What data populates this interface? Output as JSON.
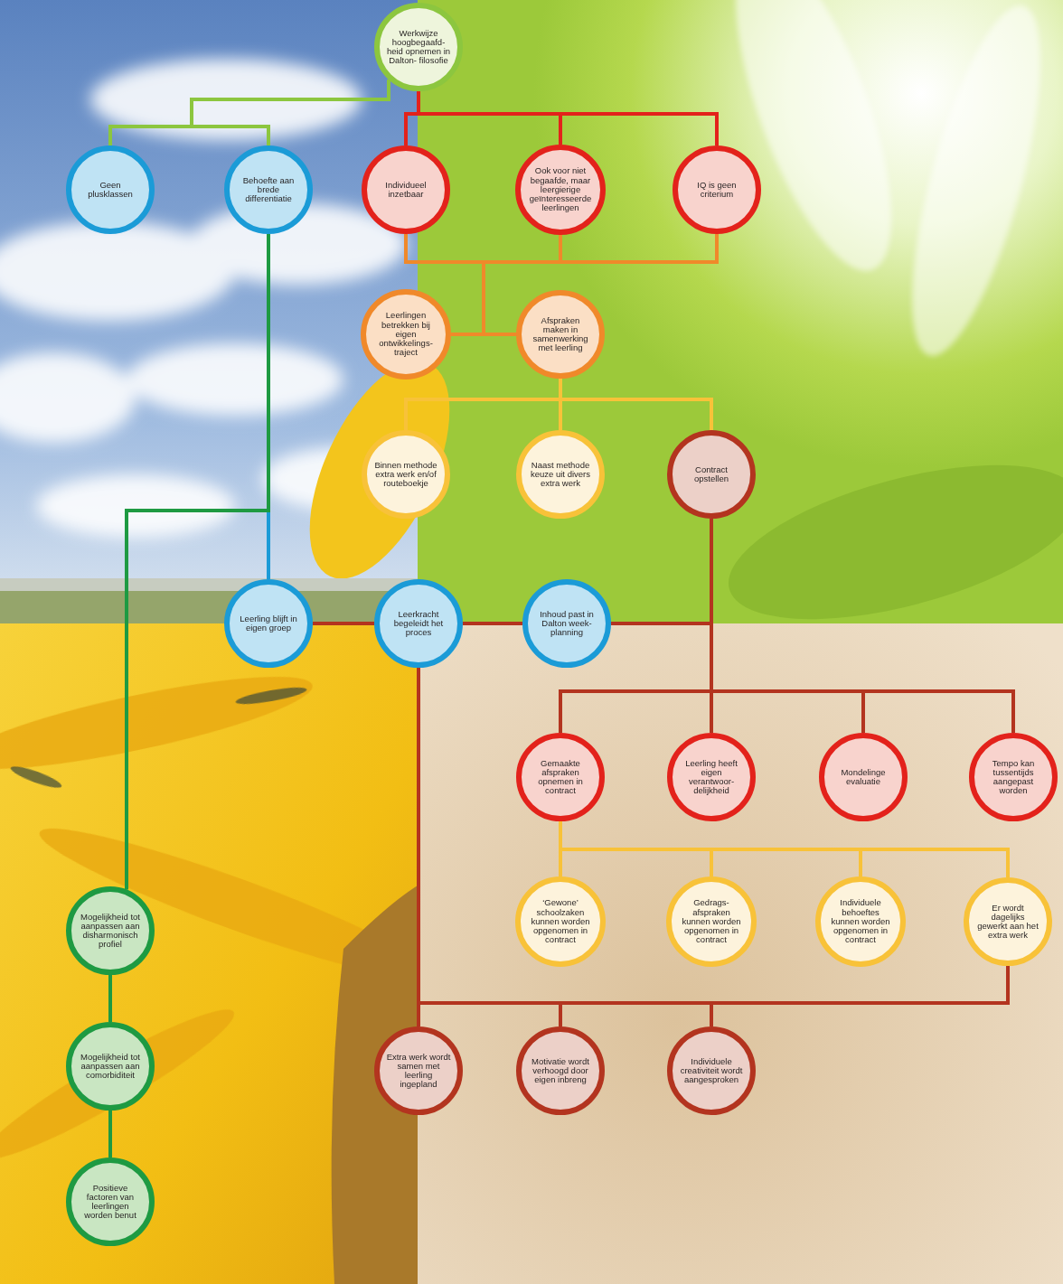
{
  "diagram": {
    "nodes": [
      {
        "text": [
          "Werkwijze hoogbegaafd- heid opnemen in Dalton- filosofie"
        ]
      },
      {
        "text": [
          "Geen plusklassen"
        ]
      },
      {
        "text": [
          "Behoefte aan brede differentiatie"
        ]
      },
      {
        "text": [
          "Individueel inzetbaar"
        ]
      },
      {
        "text": [
          "Ook voor niet begaafde, maar leergierige geïnteresseerde leerlingen"
        ]
      },
      {
        "text": [
          "IQ is geen criterium"
        ]
      },
      {
        "text": [
          "Leerlingen betrekken bij eigen ontwikkelings- traject"
        ]
      },
      {
        "text": [
          "Afspraken maken in samenwerking met leerling"
        ]
      },
      {
        "text": [
          "Binnen methode extra werk en/of routeboekje"
        ]
      },
      {
        "text": [
          "Naast methode keuze uit divers extra werk"
        ]
      },
      {
        "text": [
          "Contract opstellen"
        ]
      },
      {
        "text": [
          "Leerling blijft in eigen groep"
        ]
      },
      {
        "text": [
          "Leerkracht begeleidt het proces"
        ]
      },
      {
        "text": [
          "Inhoud past in Dalton week- planning"
        ]
      },
      {
        "text": [
          "Gemaakte afspraken opnemen in contract"
        ]
      },
      {
        "text": [
          "Leerling heeft eigen verantwoor- delijkheid"
        ]
      },
      {
        "text": [
          "Mondelinge evaluatie"
        ]
      },
      {
        "text": [
          "Tempo kan tussentijds aangepast worden"
        ]
      },
      {
        "text": [
          "Mogelijkheid tot aanpassen aan disharmonisch profiel"
        ]
      },
      {
        "text": [
          "‘Gewone’ schoolzaken kunnen worden opgenomen in contract"
        ]
      },
      {
        "text": [
          "Gedrags- afspraken kunnen worden opgenomen in contract"
        ]
      },
      {
        "text": [
          "Individuele behoeftes kunnen worden opgenomen in contract"
        ]
      },
      {
        "text": [
          "Er wordt dagelijks gewerkt aan het extra werk"
        ]
      },
      {
        "text": [
          "Mogelijkheid tot aanpassen aan comorbiditeit"
        ]
      },
      {
        "text": [
          "Extra werk wordt samen met leerling ingepland"
        ]
      },
      {
        "text": [
          "Motivatie wordt verhoogd door eigen inbreng"
        ]
      },
      {
        "text": [
          "Individuele creativiteit wordt aangesproken"
        ]
      },
      {
        "text": [
          "Positieve factoren van leerlingen worden benut"
        ]
      }
    ],
    "edges": [
      {
        "from": 0,
        "to": 1,
        "arrow": "none"
      },
      {
        "from": 0,
        "to": 2,
        "arrow": "none"
      },
      {
        "from": 0,
        "to": 3,
        "arrow": "none"
      },
      {
        "from": 0,
        "to": 4,
        "arrow": "none"
      },
      {
        "from": 0,
        "to": 5,
        "arrow": "none"
      },
      {
        "from": 3,
        "to": 6,
        "arrow": "none"
      },
      {
        "from": 3,
        "to": 7,
        "arrow": "none"
      },
      {
        "from": 4,
        "to": 6,
        "arrow": "none"
      },
      {
        "from": 4,
        "to": 7,
        "arrow": "none"
      },
      {
        "from": 5,
        "to": 6,
        "arrow": "none"
      },
      {
        "from": 5,
        "to": 7,
        "arrow": "none"
      },
      {
        "from": 7,
        "to": 8,
        "arrow": "none"
      },
      {
        "from": 7,
        "to": 9,
        "arrow": "none"
      },
      {
        "from": 7,
        "to": 10,
        "arrow": "none"
      },
      {
        "from": 2,
        "to": 11,
        "arrow": "none"
      },
      {
        "from": 2,
        "to": 18,
        "arrow": "none"
      },
      {
        "from": 11,
        "to": 12,
        "arrow": "none"
      },
      {
        "from": 12,
        "to": 13,
        "arrow": "none"
      },
      {
        "from": 13,
        "to": 10,
        "arrow": "none"
      },
      {
        "from": 10,
        "to": 14,
        "arrow": "none"
      },
      {
        "from": 10,
        "to": 15,
        "arrow": "none"
      },
      {
        "from": 10,
        "to": 16,
        "arrow": "none"
      },
      {
        "from": 10,
        "to": 17,
        "arrow": "none"
      },
      {
        "from": 14,
        "to": 19,
        "arrow": "none"
      },
      {
        "from": 14,
        "to": 20,
        "arrow": "none"
      },
      {
        "from": 14,
        "to": 21,
        "arrow": "none"
      },
      {
        "from": 14,
        "to": 22,
        "arrow": "none"
      },
      {
        "from": 12,
        "to": 24,
        "arrow": "none"
      },
      {
        "from": 12,
        "to": 25,
        "arrow": "none"
      },
      {
        "from": 12,
        "to": 26,
        "arrow": "none"
      },
      {
        "from": 22,
        "to": 24,
        "arrow": "none"
      },
      {
        "from": 22,
        "to": 25,
        "arrow": "none"
      },
      {
        "from": 22,
        "to": 26,
        "arrow": "none"
      },
      {
        "from": 18,
        "to": 23,
        "arrow": "none"
      },
      {
        "from": 23,
        "to": 27,
        "arrow": "none"
      }
    ]
  }
}
